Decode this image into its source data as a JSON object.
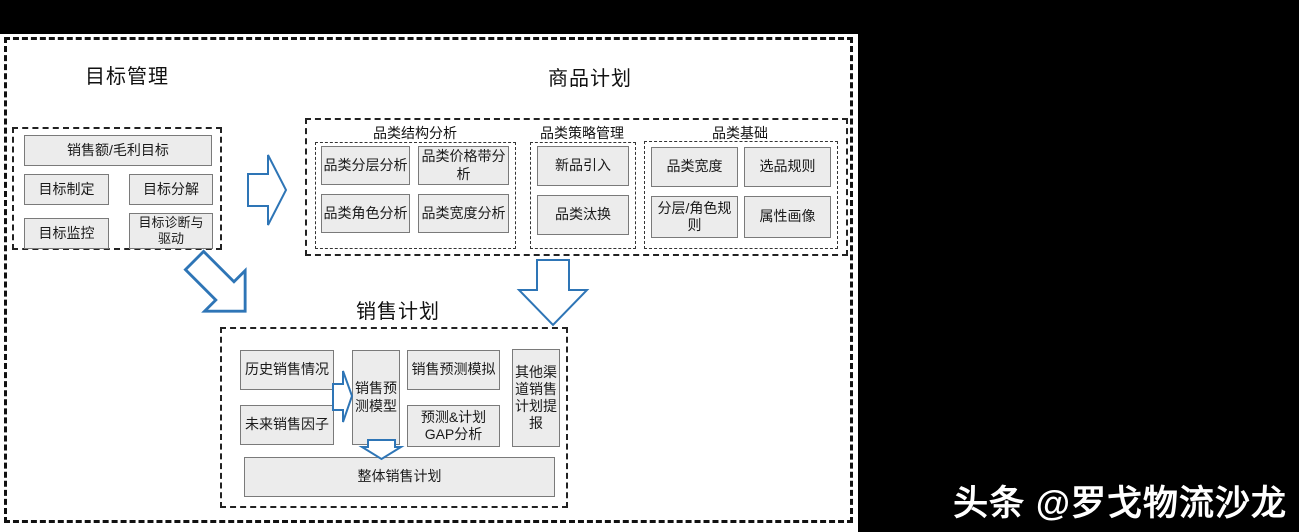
{
  "colors": {
    "background": "#000000",
    "panel": "#ffffff",
    "arrow_blue": "#2e75b6",
    "box_fill": "#ececec",
    "box_border": "#7a7a7a",
    "dashed_border": "#1a1a1a"
  },
  "target_management": {
    "title": "目标管理",
    "box_goal": "销售额/毛利目标",
    "box_set": "目标制定",
    "box_split": "目标分解",
    "box_monitor": "目标监控",
    "box_diagnose": "目标诊断与\n驱动"
  },
  "merchandise_plan": {
    "title": "商品计划",
    "group_structure": {
      "label": "品类结构分析",
      "box_layer": "品类分层分析",
      "box_price": "品类价格带分\n析",
      "box_role": "品类角色分析",
      "box_width": "品类宽度分析"
    },
    "group_strategy": {
      "label": "品类策略管理",
      "box_new": "新品引入",
      "box_replace": "品类汰换"
    },
    "group_basis": {
      "label": "品类基础",
      "box_width": "品类宽度",
      "box_rule": "选品规则",
      "box_layer_rule": "分层/角色规\n则",
      "box_profile": "属性画像"
    }
  },
  "sales_plan": {
    "title": "销售计划",
    "box_history": "历史销售情况",
    "box_future": "未来销售因子",
    "box_model": "销售预\n测模型",
    "box_simulate": "销售预测模拟",
    "box_gap": "预测&计划\nGAP分析",
    "box_other_channel": "其他渠\n道销售\n计划提\n报",
    "box_overall": "整体销售计划"
  },
  "watermark": "头条 @罗戈物流沙龙"
}
